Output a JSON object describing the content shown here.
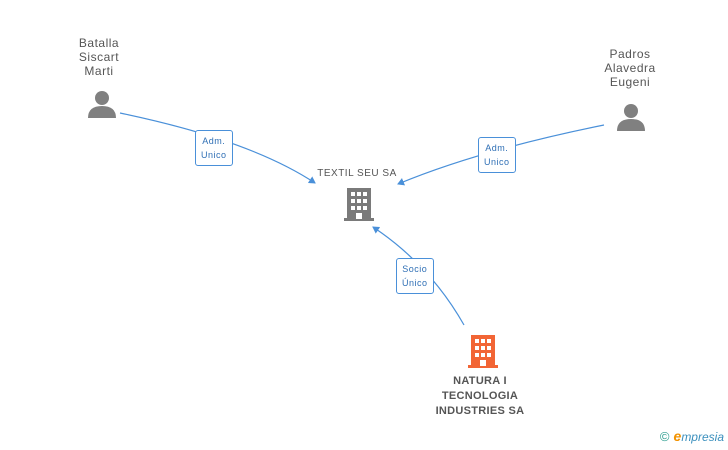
{
  "nodes": {
    "person_1": {
      "lines": [
        "Batalla",
        "Siscart",
        "Marti"
      ]
    },
    "person_2": {
      "lines": [
        "Padros",
        "Alavedra",
        "Eugeni"
      ]
    },
    "company_main": {
      "label": "TEXTIL SEU SA"
    },
    "company_focus": {
      "lines": [
        "NATURA I",
        "TECNOLOGIA",
        "INDUSTRIES SA"
      ]
    }
  },
  "edges": {
    "person_1_to_main": {
      "lines": [
        "Adm.",
        "Unico"
      ]
    },
    "person_2_to_main": {
      "lines": [
        "Adm.",
        "Unico"
      ]
    },
    "focus_to_main": {
      "lines": [
        "Socio",
        "Único"
      ]
    }
  },
  "footer": {
    "copyright": "©",
    "brand_initial": "e",
    "brand_rest": "mpresia"
  },
  "colors": {
    "edge": "#4a90d9",
    "person_icon": "#808080",
    "company_main_icon": "#7a7a7a",
    "company_focus_icon": "#f26535"
  },
  "icons": {
    "person": "person-icon",
    "company": "building-icon"
  }
}
